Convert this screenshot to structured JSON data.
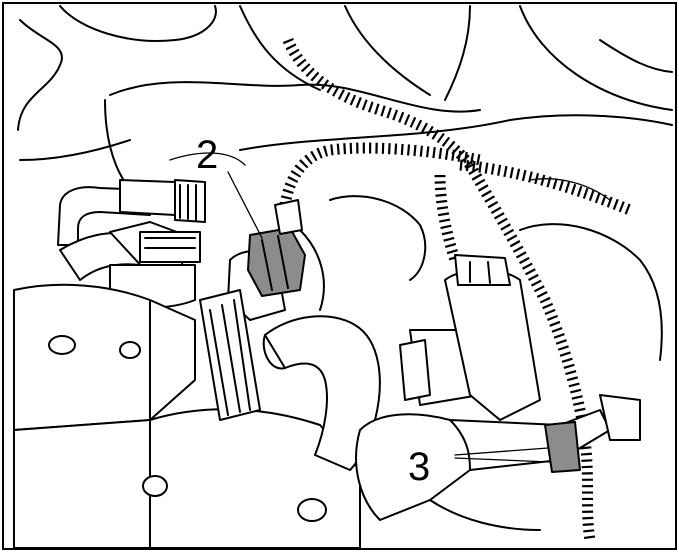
{
  "callouts": [
    {
      "id": "2",
      "label": "2"
    },
    {
      "id": "3",
      "label": "3"
    }
  ],
  "colors": {
    "line": "#000000",
    "highlight_fill": "#8c8c8c",
    "background": "#ffffff"
  }
}
